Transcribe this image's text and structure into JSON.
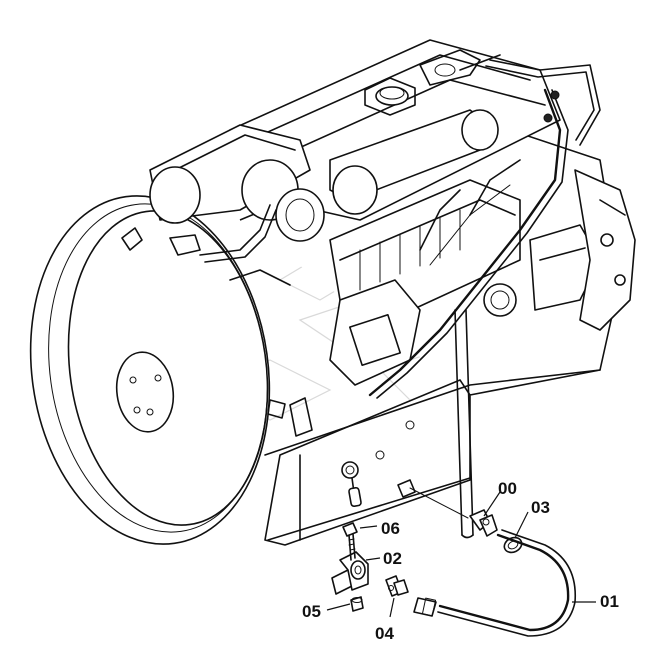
{
  "callouts": [
    {
      "id": "00",
      "label": "00"
    },
    {
      "id": "01",
      "label": "01"
    },
    {
      "id": "02",
      "label": "02"
    },
    {
      "id": "03",
      "label": "03"
    },
    {
      "id": "04",
      "label": "04"
    },
    {
      "id": "05",
      "label": "05"
    },
    {
      "id": "06",
      "label": "06"
    }
  ],
  "colors": {
    "line": "#111111",
    "background": "#ffffff"
  }
}
